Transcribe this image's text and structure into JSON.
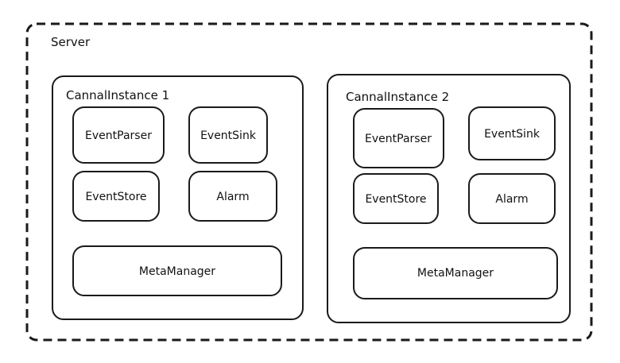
{
  "server": {
    "label": "Server"
  },
  "instances": [
    {
      "title": "CannalInstance 1",
      "components": {
        "event_parser": "EventParser",
        "event_sink": "EventSink",
        "event_store": "EventStore",
        "alarm": "Alarm",
        "meta_manager": "MetaManager"
      }
    },
    {
      "title": "CannalInstance 2",
      "components": {
        "event_parser": "EventParser",
        "event_sink": "EventSink",
        "event_store": "EventStore",
        "alarm": "Alarm",
        "meta_manager": "MetaManager"
      }
    }
  ]
}
